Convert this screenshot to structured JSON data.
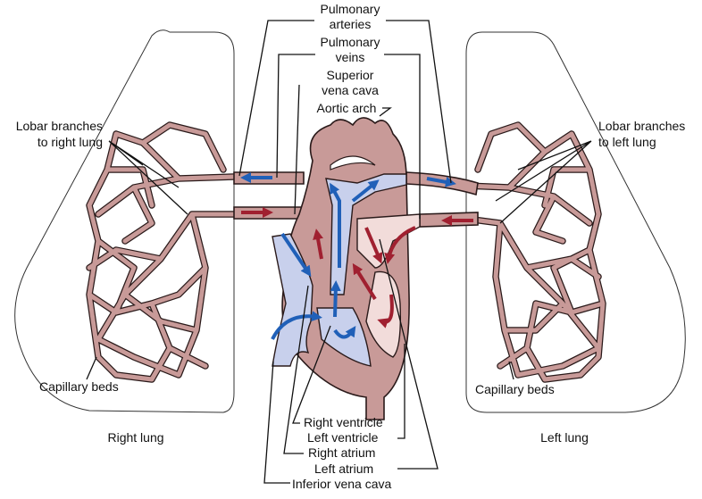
{
  "title": "Pulmonary circulation diagram",
  "colors": {
    "vessel_tissue": "#c89a98",
    "deoxygenated_flow": "#2060b8",
    "oxygenated_flow": "#a02030",
    "deoxygenated_chamber": "#c8d0ec",
    "oxygenated_chamber": "#f2dcda",
    "outline": "#2a1a1a",
    "label_text": "#111111"
  },
  "labels": {
    "pulmonary_arteries": [
      "Pulmonary",
      "arteries"
    ],
    "pulmonary_veins": [
      "Pulmonary",
      "veins"
    ],
    "superior_vena_cava": [
      "Superior",
      "vena cava"
    ],
    "aortic_arch": "Aortic arch",
    "lobar_right": [
      "Lobar branches",
      "to right lung"
    ],
    "lobar_left": [
      "Lobar branches",
      "to left lung"
    ],
    "capillary_beds_right": "Capillary beds",
    "capillary_beds_left": "Capillary beds",
    "right_lung": "Right lung",
    "left_lung": "Left lung",
    "right_ventricle": "Right ventricle",
    "left_ventricle": "Left ventricle",
    "right_atrium": "Right atrium",
    "left_atrium": "Left atrium",
    "inferior_vena_cava": "Inferior vena cava"
  }
}
